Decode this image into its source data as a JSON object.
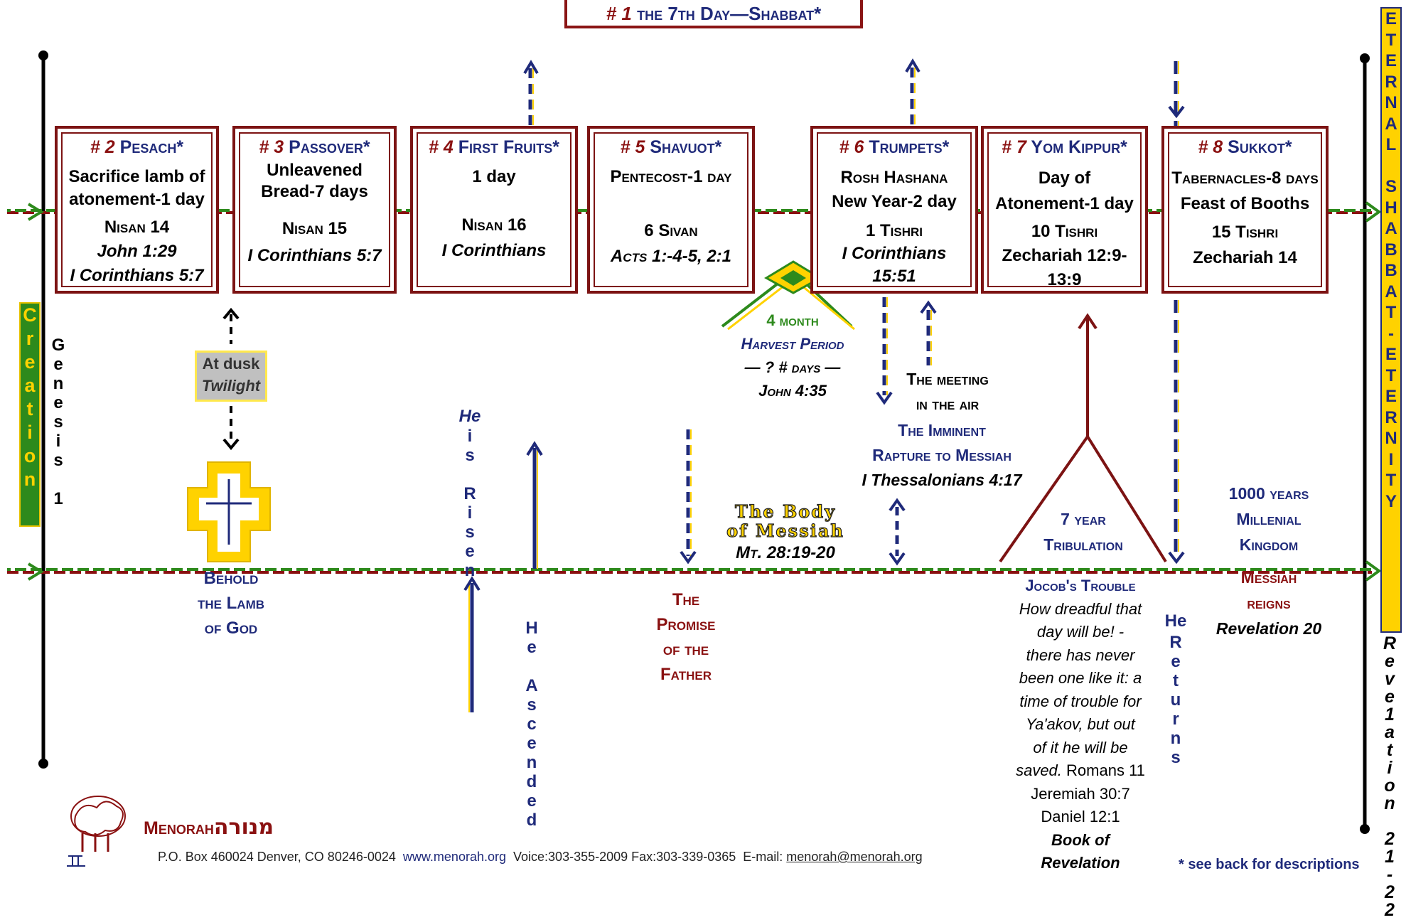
{
  "title": {
    "num": "# 1",
    "text": "the 7th Day—Shabbat*"
  },
  "cards": [
    {
      "num": "# 2",
      "name": "Pesach*",
      "desc": [
        "Sacrifice lamb of",
        "atonement-1 day"
      ],
      "ref": [
        "Nisan 14",
        "John 1:29",
        "I Corinthians 5:7"
      ]
    },
    {
      "num": "# 3",
      "name": "Passover*",
      "desc": [
        "Unleavened",
        "Bread-7 days"
      ],
      "ref": [
        "Nisan 15",
        "I Corinthians 5:7"
      ]
    },
    {
      "num": "# 4",
      "name": "First Fruits*",
      "desc": [
        "1 day"
      ],
      "ref": [
        "Nisan 16",
        "I Corinthians"
      ]
    },
    {
      "num": "# 5",
      "name": "Shavuot*",
      "desc": [
        "Pentecost-1 day"
      ],
      "ref": [
        "6 Sivan",
        "Acts 1:-4-5, 2:1"
      ]
    },
    {
      "num": "# 6",
      "name": "Trumpets*",
      "desc": [
        "Rosh Hashana",
        "New Year-2 day"
      ],
      "ref": [
        "1 Tishri",
        "I Corinthians",
        "15:51"
      ]
    },
    {
      "num": "# 7",
      "name": "Yom Kippur*",
      "desc": [
        "Day of",
        "Atonement-1 day"
      ],
      "ref": [
        "10 Tishri",
        "Zechariah 12:9-",
        "13:9"
      ]
    },
    {
      "num": "# 8",
      "name": "Sukkot*",
      "desc": [
        "Tabernacles-8 days",
        "Feast of Booths"
      ],
      "ref": [
        "15 Tishri",
        "Zechariah 14"
      ]
    }
  ],
  "creation": "Creation",
  "genesis": "Genesis 1",
  "eternal": "ETERNAL SHABBAT-ETERNITY",
  "revelation": "Reve1ation 21-22",
  "dusk": {
    "line1": "At dusk",
    "line2": "Twilight"
  },
  "behold": [
    "Behold",
    "the Lamb",
    "of God"
  ],
  "risen": "He is Risen",
  "ascended": "He Ascended",
  "promise": [
    "The",
    "Promise",
    "of the",
    "Father"
  ],
  "harvest": {
    "line1": "4 month",
    "line2": "Harvest Period",
    "line3": "— ? # days —",
    "line4": "John 4:35"
  },
  "body": {
    "line1": "The Body",
    "line2": "of Messiah",
    "ref": "Mt. 28:19-20"
  },
  "meeting": {
    "line1": "The meeting",
    "line2": "in the air"
  },
  "rapture": {
    "line1": "The Imminent",
    "line2": "Rapture to Messiah",
    "ref": "I Thessalonians 4:17"
  },
  "tribulation": {
    "line1": "7 year",
    "line2": "Tribulation"
  },
  "jacob": {
    "title": "Jocob's Trouble",
    "quote": [
      "How dreadful that",
      "day will be! -",
      "there has never",
      "been one like it: a",
      "time of trouble for",
      "Ya'akov, but out",
      "of it he will be"
    ],
    "last": "saved.",
    "refs": [
      "Romans 11",
      "Jeremiah 30:7",
      "Daniel 12:1"
    ],
    "book": [
      "Book of",
      "Revelation"
    ]
  },
  "returns": "He Returns",
  "kingdom": {
    "lines": [
      "1000 years",
      "Millenial",
      "Kingdom"
    ],
    "reigns": [
      "Messiah",
      "reigns"
    ],
    "ref": "Revelation 20"
  },
  "brand": {
    "name": "Menorah",
    "hebrew": "מנורה"
  },
  "footer": {
    "address": "P.O. Box 460024 Denver,  CO 80246-0024",
    "web": "www.menorah.org",
    "phones": "Voice:303-355-2009 Fax:303-339-0365",
    "email_label": "E-mail:",
    "email": "menorah@menorah.org"
  },
  "footnote": "* see back for descriptions",
  "colors": {
    "maroon": "#7c1313",
    "navy": "#1f2a7a",
    "gold": "#ffd200",
    "green": "#2d8a1c"
  }
}
